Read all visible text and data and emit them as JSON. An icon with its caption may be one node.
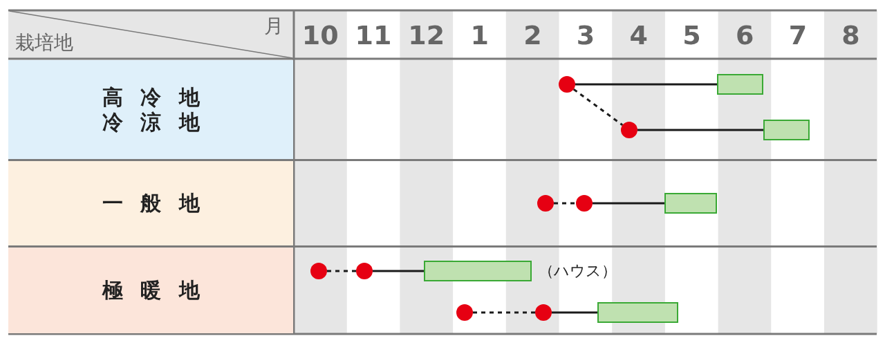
{
  "diagram": {
    "nodes": [
      {
        "text": [
          "高冷地",
          "冷涼地"
        ]
      },
      {
        "text": [
          "一般地"
        ]
      },
      {
        "text": [
          "極暖地"
        ]
      },
      {
        "text": [],
        "shape": "circle"
      },
      {
        "text": [],
        "shape": "bar"
      },
      {
        "text": [],
        "shape": "circle"
      },
      {
        "text": [],
        "shape": "bar"
      },
      {
        "text": [],
        "shape": "circle"
      },
      {
        "text": [],
        "shape": "circle"
      },
      {
        "text": [],
        "shape": "bar"
      },
      {
        "text": [],
        "shape": "circle"
      },
      {
        "text": [],
        "shape": "circle"
      },
      {
        "text": [],
        "shape": "bar",
        "beside": [
          "（ハウス）"
        ]
      },
      {
        "text": [],
        "shape": "circle"
      },
      {
        "text": [],
        "shape": "circle"
      },
      {
        "text": [],
        "shape": "bar"
      }
    ],
    "edges": [
      {
        "from": 3,
        "to": 4,
        "arrow": "none"
      },
      {
        "from": 3,
        "to": 5,
        "arrow": "none",
        "style": "dashed"
      },
      {
        "from": 5,
        "to": 6,
        "arrow": "none"
      },
      {
        "from": 7,
        "to": 8,
        "arrow": "none",
        "style": "dashed"
      },
      {
        "from": 8,
        "to": 9,
        "arrow": "none"
      },
      {
        "from": 10,
        "to": 11,
        "arrow": "none",
        "style": "dashed"
      },
      {
        "from": 11,
        "to": 12,
        "arrow": "none"
      },
      {
        "from": 13,
        "to": 14,
        "arrow": "none",
        "style": "dashed"
      },
      {
        "from": 14,
        "to": 15,
        "arrow": "none"
      }
    ],
    "labels": [
      "栽培地",
      "月",
      "10",
      "11",
      "12",
      "1",
      "2",
      "3",
      "4",
      "5",
      "6",
      "7",
      "8"
    ]
  }
}
